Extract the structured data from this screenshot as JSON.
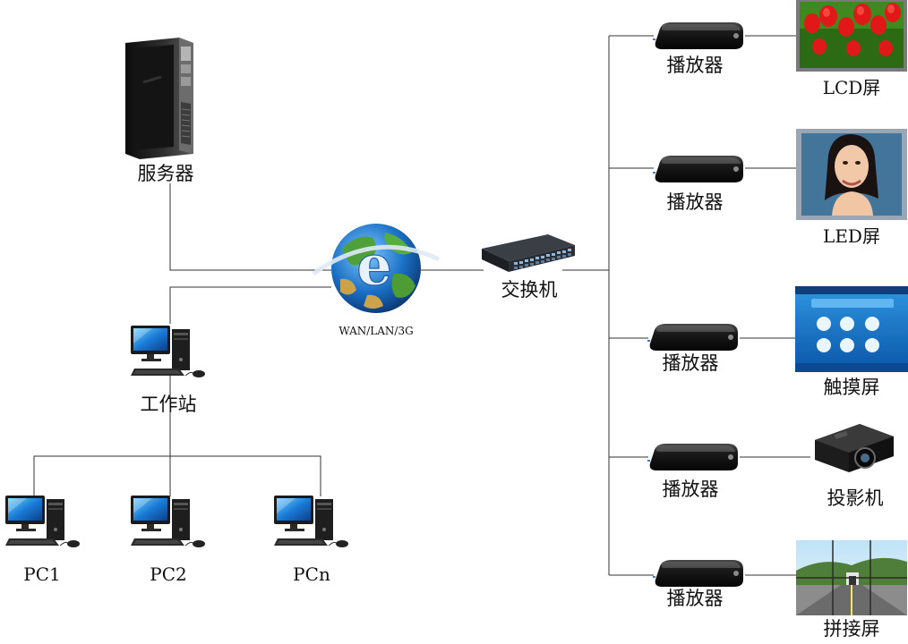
{
  "labels": {
    "server": "服务器",
    "network": "WAN/LAN/3G",
    "switch": "交换机",
    "workstation": "工作站",
    "pc1": "PC1",
    "pc2": "PC2",
    "pcn": "PCn",
    "player": "播放器",
    "lcd": "LCD屏",
    "led": "LED屏",
    "touch": "触摸屏",
    "projector": "投影机",
    "videowall": "拼接屏"
  },
  "icons": {
    "server": "server-tower-icon",
    "network": "globe-network-icon",
    "switch": "network-switch-icon",
    "computer": "desktop-computer-icon",
    "player": "media-player-box-icon",
    "projector": "projector-icon"
  },
  "colors": {
    "line": "#333333",
    "globe": "#1a6fc4",
    "device": "#1c1c1c"
  }
}
